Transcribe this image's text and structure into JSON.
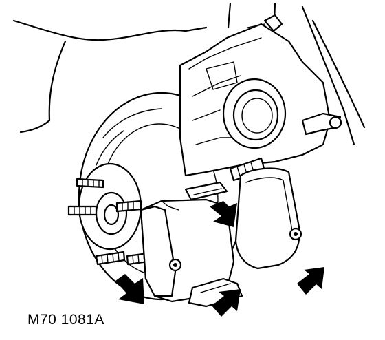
{
  "figure": {
    "reference": "M70 1081A"
  },
  "colors": {
    "ink": "#000000",
    "paper": "#ffffff"
  },
  "callouts": [
    {
      "name": "arrow-upper-pad-clip",
      "icon": "arrow-icon"
    },
    {
      "name": "arrow-outer-pad-lower",
      "icon": "arrow-icon"
    },
    {
      "name": "arrow-lower-pad-clip",
      "icon": "arrow-icon"
    },
    {
      "name": "arrow-inner-pad",
      "icon": "arrow-icon"
    }
  ]
}
